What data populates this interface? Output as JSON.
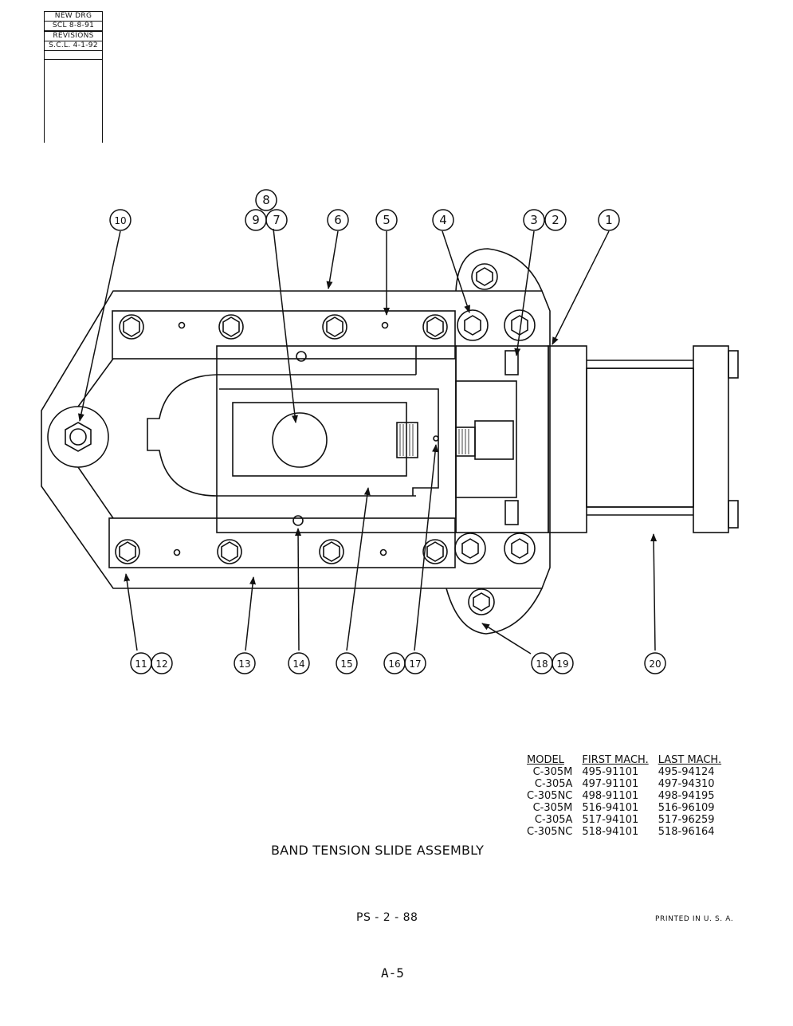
{
  "revision_block": {
    "rows": [
      "NEW  DRG",
      "SCL  8-8-91",
      "REVISIONS",
      "S.C.L.  4-1-92"
    ]
  },
  "callouts": {
    "c1": "1",
    "c2": "2",
    "c3": "3",
    "c4": "4",
    "c5": "5",
    "c6": "6",
    "c7": "7",
    "c8": "8",
    "c9": "9",
    "c10": "10",
    "c11": "11",
    "c12": "12",
    "c13": "13",
    "c14": "14",
    "c15": "15",
    "c16": "16",
    "c17": "17",
    "c18": "18",
    "c19": "19",
    "c20": "20"
  },
  "model_table": {
    "headers": [
      "MODEL",
      "FIRST MACH.",
      "LAST MACH."
    ],
    "rows": [
      [
        "C-305M",
        "495-91101",
        "495-94124"
      ],
      [
        "C-305A",
        "497-91101",
        "497-94310"
      ],
      [
        "C-305NC",
        "498-91101",
        "498-94195"
      ],
      [
        "C-305M",
        "516-94101",
        "516-96109"
      ],
      [
        "C-305A",
        "517-94101",
        "517-96259"
      ],
      [
        "C-305NC",
        "518-94101",
        "518-96164"
      ]
    ]
  },
  "title": "BAND TENSION SLIDE ASSEMBLY",
  "drawing_number": "PS - 2 - 88",
  "printed": "PRINTED  IN  U. S. A.",
  "page_number": "A-5"
}
